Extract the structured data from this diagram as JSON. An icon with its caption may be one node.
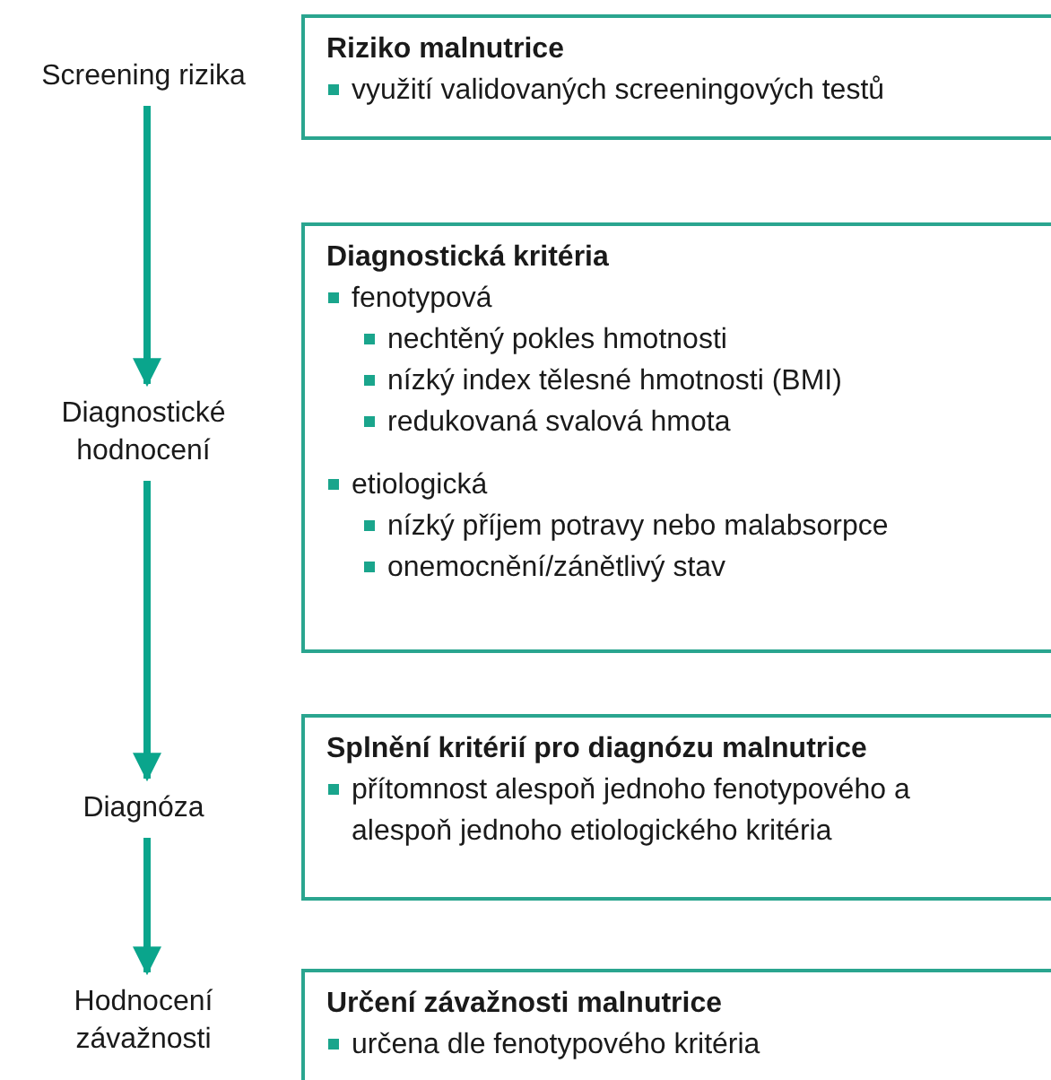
{
  "diagram": {
    "nodes": [
      {
        "text": [
          "Screening rizika"
        ]
      },
      {
        "text": [
          "Riziko malnutrice",
          "využití validovaných screeningových testů"
        ]
      },
      {
        "text": [
          "Diagnostické hodnocení"
        ]
      },
      {
        "text": [
          "Diagnostická kritéria",
          "fenotypová",
          "nechtěný pokles hmotnosti",
          "nízký index tělesné hmotnosti (BMI)",
          "redukovaná svalová hmota",
          "etiologická",
          "nízký příjem potravy nebo malabsorpce",
          "onemocnění/zánětlivý stav"
        ]
      },
      {
        "text": [
          "Diagnóza"
        ]
      },
      {
        "text": [
          "Splnění kritérií pro diagnózu malnutrice",
          "přítomnost alespoň jednoho fenotypového a alespoň jednoho etiologického kritéria"
        ]
      },
      {
        "text": [
          "Hodnocení závažnosti"
        ]
      },
      {
        "text": [
          "Určení závažnosti malnutrice",
          "určena dle fenotypového kritéria"
        ]
      }
    ],
    "edges": [
      {
        "from": 0,
        "to": 2,
        "arrow": "to"
      },
      {
        "from": 2,
        "to": 4,
        "arrow": "to"
      },
      {
        "from": 4,
        "to": 6,
        "arrow": "to"
      }
    ]
  }
}
